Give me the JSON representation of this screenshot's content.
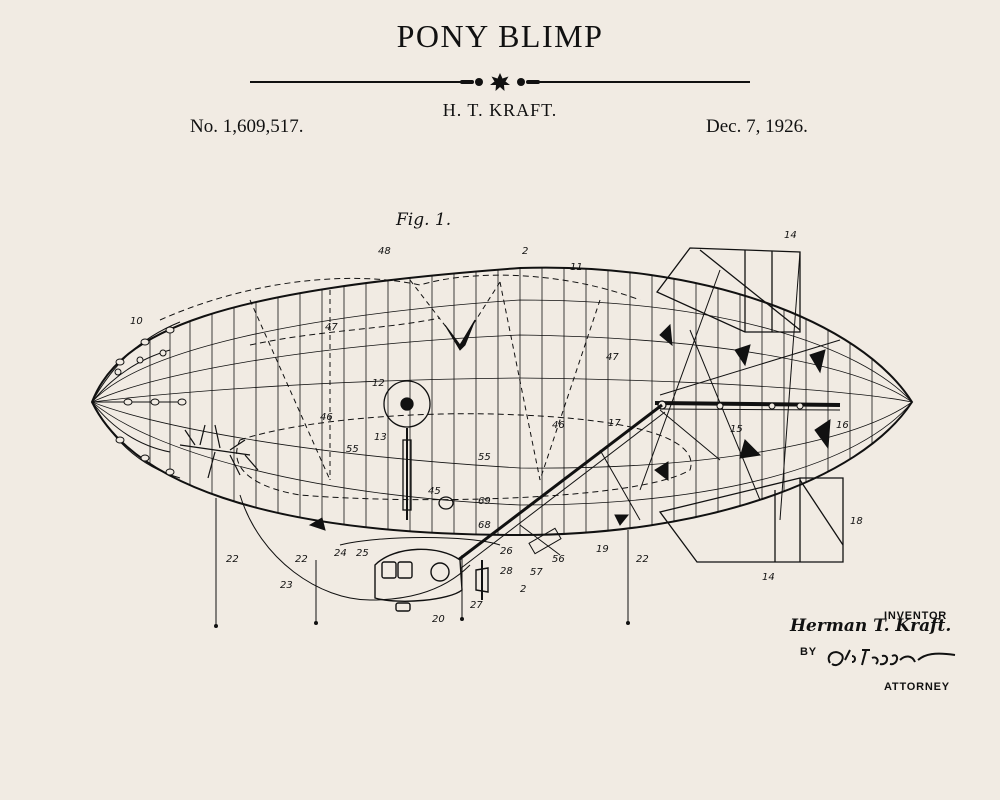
{
  "header": {
    "title": "PONY BLIMP",
    "inventor": "H. T. KRAFT.",
    "patent_number": "No. 1,609,517.",
    "date": "Dec. 7, 1926."
  },
  "figure": {
    "label": "Fig. 1.",
    "reference_numerals": [
      "48",
      "2",
      "11",
      "14",
      "10",
      "47",
      "12",
      "13",
      "46",
      "55",
      "45",
      "69",
      "68",
      "46",
      "47",
      "17",
      "15",
      "16",
      "18",
      "19",
      "22",
      "22",
      "22",
      "23",
      "24",
      "25",
      "26",
      "28",
      "27",
      "20",
      "56",
      "57",
      "2",
      "14"
    ]
  },
  "signature_block": {
    "inventor_label": "INVENTOR",
    "inventor_signature": "Herman T. Kraft.",
    "by_label": "BY",
    "attorney_signature": "A.O. Trognes",
    "attorney_label": "ATTORNEY"
  },
  "colors": {
    "background": "#f1ebe3",
    "ink": "#111111"
  }
}
